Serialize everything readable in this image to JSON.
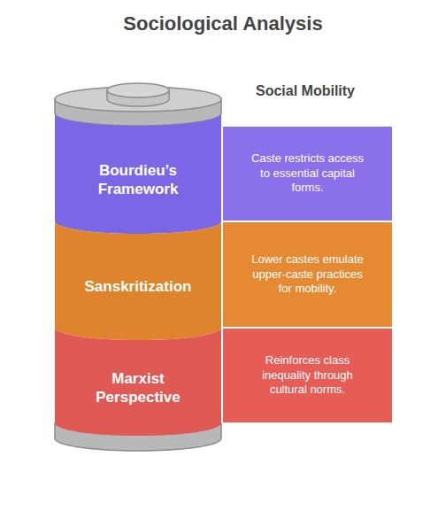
{
  "diagram": {
    "title": "Sociological Analysis",
    "nodes": [
      {
        "text": [
          "Bourdieu’s Framework"
        ]
      },
      {
        "text": [
          "Caste restricts access to essential capital forms."
        ]
      },
      {
        "text": [
          "Sanskritization"
        ]
      },
      {
        "text": [
          "Lower castes emulate upper-caste practices for mobility."
        ]
      },
      {
        "text": [
          "Marxist Perspective"
        ]
      },
      {
        "text": [
          "Reinforces class inequality through cultural norms."
        ]
      }
    ],
    "labels": [
      "Social Mobility"
    ]
  }
}
